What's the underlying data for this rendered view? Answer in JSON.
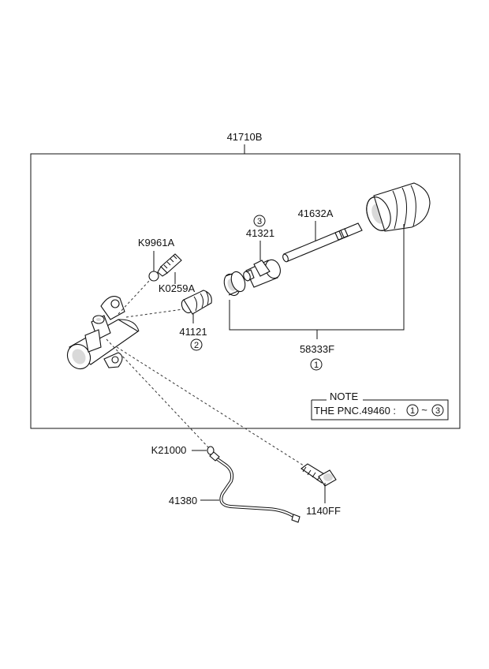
{
  "labels": {
    "assembly": "41710B",
    "k9961a": "K9961A",
    "k0259a": "K0259A",
    "p41121": "41121",
    "p41321": "41321",
    "p41632a": "41632A",
    "p58333f": "58333F",
    "k21000": "K21000",
    "p41380": "41380",
    "p1140ff": "1140FF"
  },
  "circled": {
    "ref1": "1",
    "ref2": "2",
    "ref3": "3"
  },
  "note": {
    "title": "NOTE",
    "text": "THE PNC.49460 :",
    "from": "1",
    "tilde": "~",
    "to": "3"
  }
}
